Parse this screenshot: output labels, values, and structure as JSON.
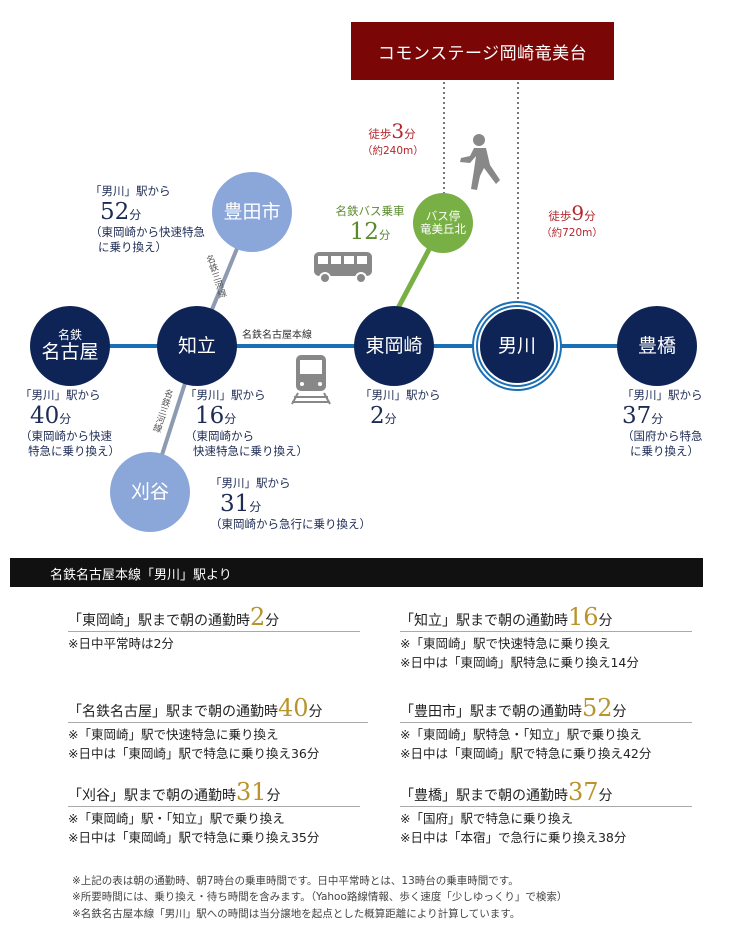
{
  "destination": "コモンステージ岡崎竜美台",
  "walk_bus_stop": {
    "label": "徒歩",
    "value": "3",
    "unit": "分",
    "distance": "（約240m）"
  },
  "walk_station": {
    "label": "徒歩",
    "value": "9",
    "unit": "分",
    "distance": "（約720m）"
  },
  "bus": {
    "label": "名鉄バス乗車",
    "value": "12",
    "unit": "分",
    "stop_line1": "バス停",
    "stop_line2": "竜美丘北"
  },
  "lines": {
    "main": "名鉄名古屋本線",
    "mikawa": "名鉄三河線"
  },
  "stations": {
    "meitetsu_nagoya": {
      "line1": "名鉄",
      "line2": "名古屋"
    },
    "chiryu": "知立",
    "higashi_okazaki": "東岡崎",
    "otogawa": "男川",
    "toyohashi": "豊橋",
    "toyotashi": "豊田市",
    "kariya": "刈谷"
  },
  "times": {
    "from": "「男川」駅から",
    "unit": "分",
    "toyotashi": {
      "value": "52",
      "note1": "（東岡崎から快速特急",
      "note2": "に乗り換え）"
    },
    "nagoya": {
      "value": "40",
      "note1": "（東岡崎から快速",
      "note2": "特急に乗り換え）"
    },
    "chiryu": {
      "value": "16",
      "note1": "（東岡崎から",
      "note2": "快速特急に乗り換え）"
    },
    "kariya": {
      "value": "31",
      "note1": "（東岡崎から急行に乗り換え）"
    },
    "higashi_okazaki": {
      "value": "2"
    },
    "toyohashi": {
      "value": "37",
      "note1": "（国府から特急",
      "note2": "に乗り換え）"
    }
  },
  "section_title": "名鉄名古屋本線「男川」駅より",
  "blocks": [
    {
      "pre": "「東岡崎」駅まで朝の通勤時",
      "num": "2",
      "unit": "分",
      "notes": [
        "※日中平常時は2分"
      ]
    },
    {
      "pre": "「知立」駅まで朝の通勤時",
      "num": "16",
      "unit": "分",
      "notes": [
        "※「東岡崎」駅で快速特急に乗り換え",
        "※日中は「東岡崎」駅特急に乗り換え14分"
      ]
    },
    {
      "pre": "「名鉄名古屋」駅まで朝の通勤時",
      "num": "40",
      "unit": "分",
      "notes": [
        "※「東岡崎」駅で快速特急に乗り換え",
        "※日中は「東岡崎」駅で特急に乗り換え36分"
      ]
    },
    {
      "pre": "「豊田市」駅まで朝の通勤時",
      "num": "52",
      "unit": "分",
      "notes": [
        "※「東岡崎」駅特急・「知立」駅で乗り換え",
        "※日中は「東岡崎」駅で特急に乗り換え42分"
      ]
    },
    {
      "pre": "「刈谷」駅まで朝の通勤時",
      "num": "31",
      "unit": "分",
      "notes": [
        "※「東岡崎」駅・「知立」駅で乗り換え",
        "※日中は「東岡崎」駅で特急に乗り換え35分"
      ]
    },
    {
      "pre": "「豊橋」駅まで朝の通勤時",
      "num": "37",
      "unit": "分",
      "notes": [
        "※「国府」駅で特急に乗り換え",
        "※日中は「本宿」で急行に乗り換え38分"
      ]
    }
  ],
  "footnotes": [
    "※上記の表は朝の通勤時、朝7時台の乗車時間です。日中平常時とは、13時台の乗車時間です。",
    "※所要時間には、乗り換え・待ち時間を含みます。（Yahoo路線情報、歩く速度「少しゆっくり」で検索）",
    "※名鉄名古屋本線「男川」駅への時間は当分譲地を起点とした概算距離により計算しています。"
  ],
  "colors": {
    "navy": "#0f2456",
    "light": "#8ba7da",
    "line": "#1a6fb5",
    "green": "#79b046",
    "red": "#b3262b",
    "gold": "#b8942a",
    "title": "#7a0606"
  }
}
